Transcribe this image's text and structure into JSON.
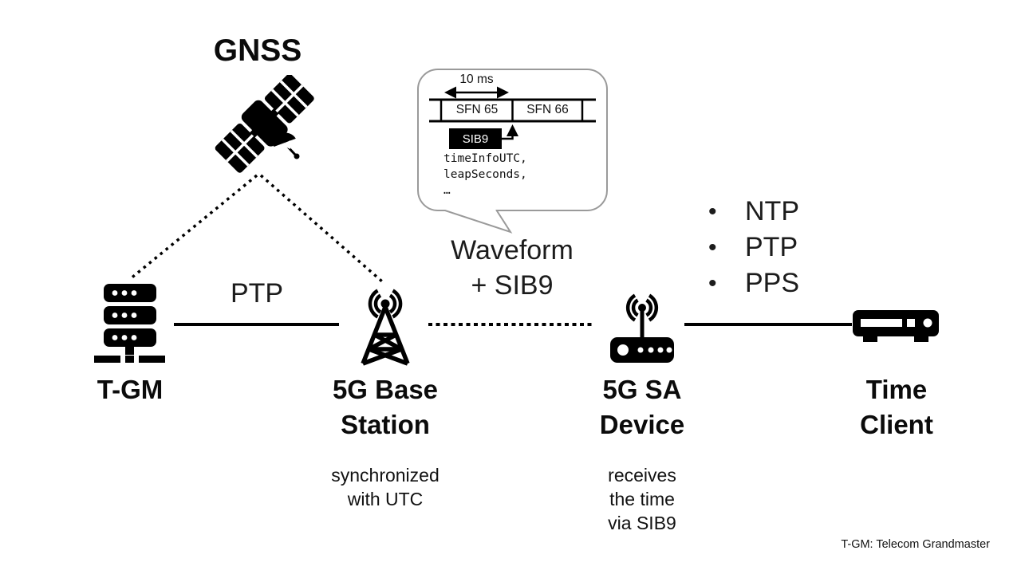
{
  "colors": {
    "ink": "#000000",
    "bubble_border": "#9a9a9a"
  },
  "gnss": {
    "label": "GNSS"
  },
  "tgm": {
    "label": "T-GM"
  },
  "base_station": {
    "label_line1": "5G Base",
    "label_line2": "Station",
    "note_line1": "synchronized",
    "note_line2": "with UTC"
  },
  "sa_device": {
    "label_line1": "5G SA",
    "label_line2": "Device",
    "note_line1": "receives",
    "note_line2": "the time",
    "note_line3": "via SIB9"
  },
  "time_client": {
    "label_line1": "Time",
    "label_line2": "Client"
  },
  "links": {
    "ptp": "PTP",
    "waveform_line1": "Waveform",
    "waveform_line2": "+ SIB9"
  },
  "protocols": {
    "items": [
      "NTP",
      "PTP",
      "PPS"
    ]
  },
  "callout": {
    "duration": "10 ms",
    "frame1": "SFN 65",
    "frame2": "SFN 66",
    "sib": "SIB9",
    "fields": [
      "timeInfoUTC,",
      "leapSeconds,",
      "…"
    ]
  },
  "footnote": "T-GM: Telecom Grandmaster"
}
